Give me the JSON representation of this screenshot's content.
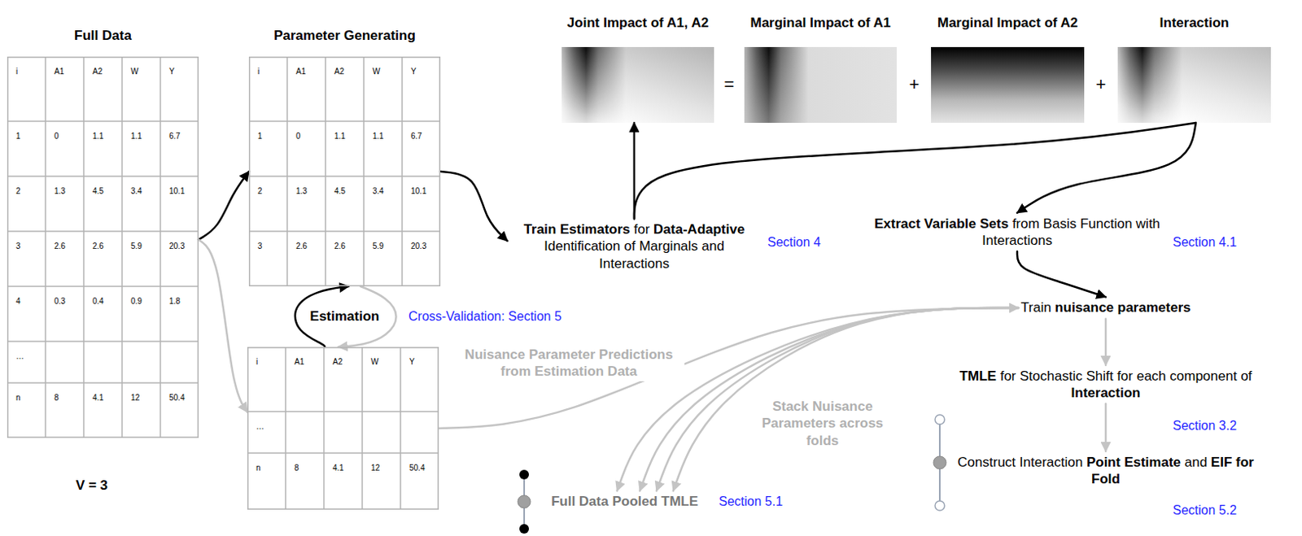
{
  "diagram": {
    "nodes": [
      {
        "text": [
          "Full Data",
          "i",
          "A1",
          "A2",
          "W",
          "Y",
          "1",
          "0",
          "1.1",
          "1.1",
          "6.7",
          "2",
          "1.3",
          "4.5",
          "3.4",
          "10.1",
          "3",
          "2.6",
          "2.6",
          "5.9",
          "20.3",
          "4",
          "0.3",
          "0.4",
          "0.9",
          "1.8",
          "…",
          "n",
          "8",
          "4.1",
          "12",
          "50.4"
        ]
      },
      {
        "text": [
          "Parameter Generating",
          "i",
          "A1",
          "A2",
          "W",
          "Y",
          "1",
          "0",
          "1.1",
          "1.1",
          "6.7",
          "2",
          "1.3",
          "4.5",
          "3.4",
          "10.1",
          "3",
          "2.6",
          "2.6",
          "5.9",
          "20.3"
        ]
      },
      {
        "text": [
          "i",
          "A1",
          "A2",
          "W",
          "Y",
          "…",
          "n",
          "8",
          "4.1",
          "12",
          "50.4"
        ]
      },
      {
        "text": [
          "Train Estimators for Data-Adaptive Identification of Marginals and Interactions"
        ]
      },
      {
        "text": [
          "Joint Impact of A1, A2"
        ]
      },
      {
        "text": [
          "Marginal Impact of A1"
        ]
      },
      {
        "text": [
          "Marginal Impact of A2"
        ]
      },
      {
        "text": [
          "Interaction"
        ]
      },
      {
        "text": [
          "Extract Variable Sets from Basis Function with Interactions"
        ]
      },
      {
        "text": [
          "Train nuisance parameters"
        ]
      },
      {
        "text": [
          "TMLE for Stochastic Shift for each component of Interaction"
        ]
      },
      {
        "text": [
          "Construct Interaction Point Estimate and EIF for Fold"
        ]
      },
      {
        "text": [
          "Full Data Pooled TMLE"
        ]
      }
    ],
    "edges": [
      {
        "from": 0,
        "to": 1,
        "arrow": "to"
      },
      {
        "from": 0,
        "to": 2,
        "arrow": "to"
      },
      {
        "from": 1,
        "to": 3,
        "arrow": "to"
      },
      {
        "from": 3,
        "to": 4,
        "arrow": "to"
      },
      {
        "from": 3,
        "to": 7,
        "arrow": "none"
      },
      {
        "from": 7,
        "to": 8,
        "arrow": "to"
      },
      {
        "from": 8,
        "to": 9,
        "arrow": "to"
      },
      {
        "from": 2,
        "to": 9,
        "arrow": "to",
        "label": "Nuisance Parameter Predictions from Estimation Data"
      },
      {
        "from": 9,
        "to": 10,
        "arrow": "to"
      },
      {
        "from": 10,
        "to": 11,
        "arrow": "to"
      },
      {
        "from": 9,
        "to": 12,
        "arrow": "to",
        "label": "Stack Nuisance Parameters across folds"
      },
      {
        "from": 9,
        "to": 12,
        "arrow": "to"
      },
      {
        "from": 9,
        "to": 12,
        "arrow": "to"
      },
      {
        "from": 9,
        "to": 12,
        "arrow": "to"
      },
      {
        "from": 1,
        "to": 2,
        "arrow": "to"
      },
      {
        "from": 2,
        "to": 1,
        "arrow": "to"
      }
    ],
    "labels": [
      "=",
      "+",
      "+",
      "Section 4",
      "Section 4.1",
      "Estimation",
      "Cross-Validation: Section 5",
      "Section 3.2",
      "Section 5.2",
      "Section 5.1",
      "V = 3"
    ]
  }
}
